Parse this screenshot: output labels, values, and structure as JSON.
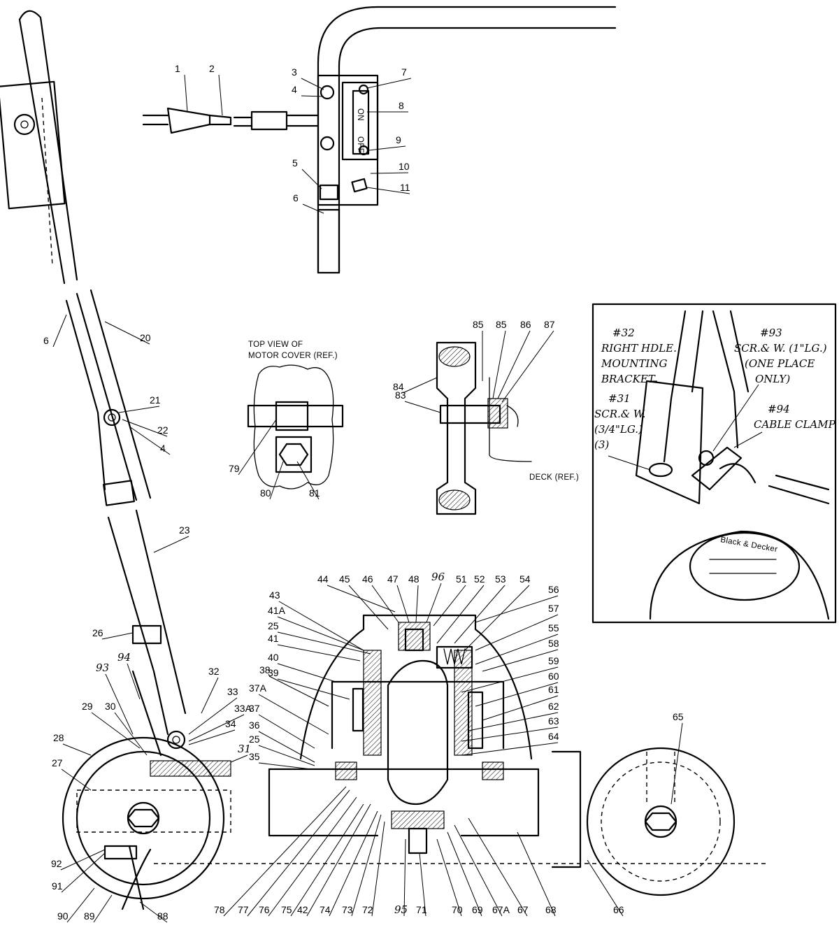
{
  "part_numbers": [
    "1",
    "2",
    "3",
    "4",
    "5",
    "6",
    "7",
    "8",
    "9",
    "10",
    "11",
    "6",
    "20",
    "21",
    "22",
    "4",
    "23",
    "26",
    "94",
    "93",
    "32",
    "33",
    "33A",
    "34",
    "31",
    "30",
    "29",
    "28",
    "27",
    "92",
    "91",
    "90",
    "89",
    "88",
    "79",
    "80",
    "81",
    "84",
    "83",
    "85",
    "85",
    "86",
    "87",
    "44",
    "45",
    "46",
    "47",
    "48",
    "96",
    "51",
    "52",
    "53",
    "54",
    "43",
    "41A",
    "25",
    "41",
    "40",
    "39",
    "38",
    "37A",
    "37",
    "36",
    "25",
    "35",
    "56",
    "57",
    "55",
    "58",
    "59",
    "60",
    "61",
    "62",
    "63",
    "64",
    "65",
    "78",
    "77",
    "76",
    "75",
    "42",
    "74",
    "73",
    "72",
    "95",
    "71",
    "70",
    "69",
    "67A",
    "67",
    "68",
    "66"
  ],
  "top_view": {
    "line1": "TOP VIEW OF",
    "line2": "MOTOR COVER (REF.)"
  },
  "deck_ref": "DECK (REF.)",
  "switch_plate": {
    "on": "ON",
    "off": "OFF"
  },
  "inset": {
    "callout_32": [
      "#32",
      "RIGHT HDLE.",
      "MOUNTING",
      "BRACKET"
    ],
    "callout_93": [
      "#93",
      "SCR.& W. (1\"LG.)",
      "(ONE PLACE",
      "ONLY)"
    ],
    "callout_31": [
      "#31",
      "SCR.& W.",
      "(3/4\"LG.)",
      "(3)"
    ],
    "callout_94": [
      "#94",
      "CABLE CLAMP"
    ],
    "brand": "Black & Decker"
  }
}
